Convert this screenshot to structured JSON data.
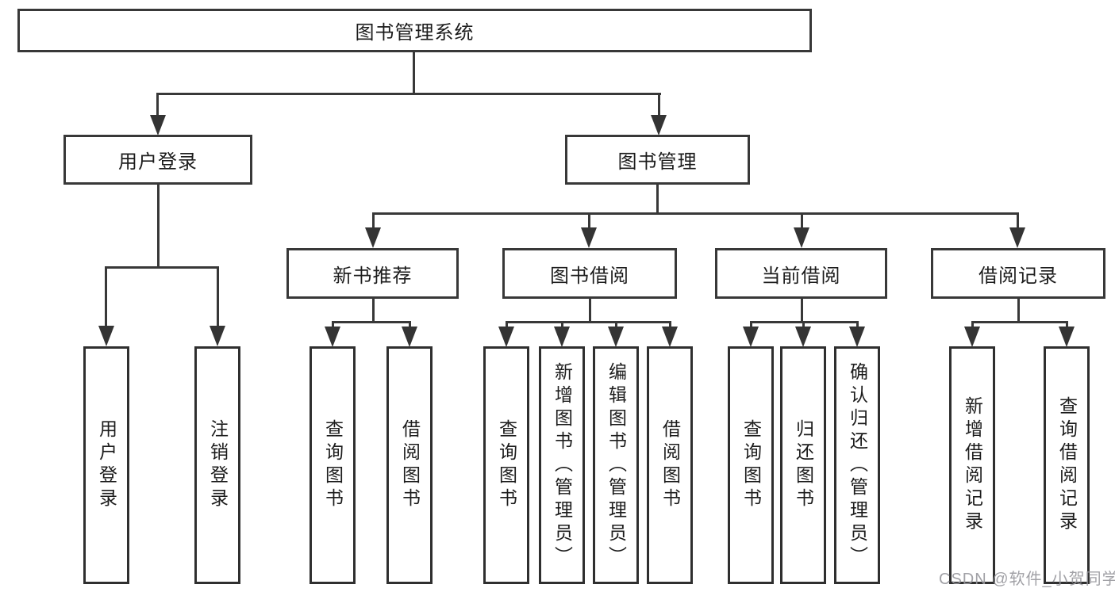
{
  "diagram": {
    "type": "hierarchy-tree",
    "title": "图书管理系统",
    "tree": {
      "label": "图书管理系统",
      "children": [
        {
          "label": "用户登录",
          "children": [
            {
              "label": "用户登录"
            },
            {
              "label": "注销登录"
            }
          ]
        },
        {
          "label": "图书管理",
          "children": [
            {
              "label": "新书推荐",
              "children": [
                {
                  "label": "查询图书"
                },
                {
                  "label": "借阅图书"
                }
              ]
            },
            {
              "label": "图书借阅",
              "children": [
                {
                  "label": "查询图书"
                },
                {
                  "label": "新增图书（管理员）"
                },
                {
                  "label": "编辑图书（管理员）"
                },
                {
                  "label": "借阅图书"
                }
              ]
            },
            {
              "label": "当前借阅",
              "children": [
                {
                  "label": "查询图书"
                },
                {
                  "label": "归还图书"
                },
                {
                  "label": "确认归还（管理员）"
                }
              ]
            },
            {
              "label": "借阅记录",
              "children": [
                {
                  "label": "新增借阅记录"
                },
                {
                  "label": "查询借阅记录"
                }
              ]
            }
          ]
        }
      ]
    }
  },
  "watermark": {
    "text": "CSDN @软件_小贺同学"
  },
  "colors": {
    "background": "#ffffff",
    "line": "#383838",
    "box_border": "#2f2f2f",
    "text": "#1c1c1c",
    "watermark": "#97979c"
  }
}
